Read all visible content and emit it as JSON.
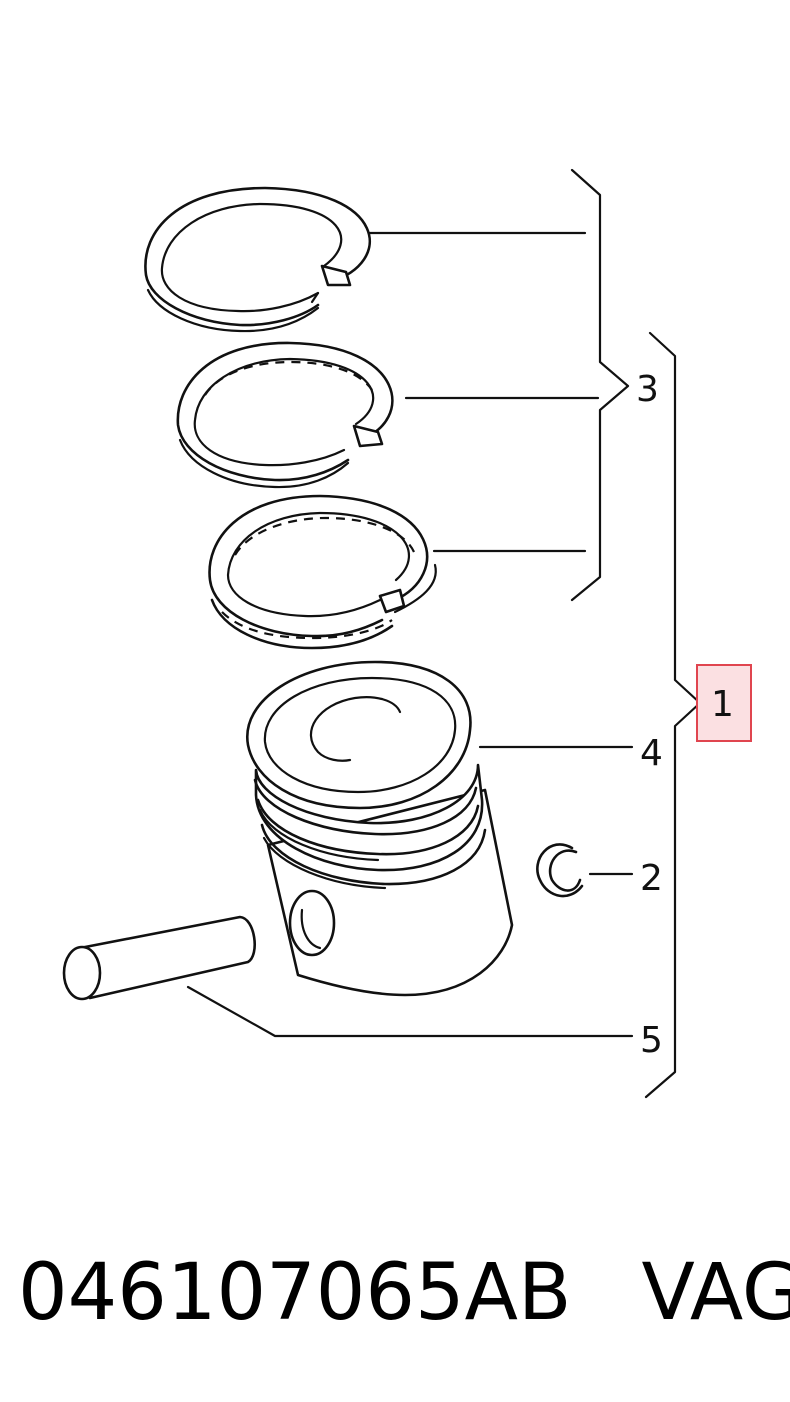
{
  "labels": {
    "item1": "1",
    "item2": "2",
    "item3": "3",
    "item4": "4",
    "item5": "5"
  },
  "highlight": {
    "stroke_color": "#e0454f",
    "fill_color": "#fbe0e2"
  },
  "footer": {
    "part_number": "046107065AB",
    "brand": "VAG"
  }
}
